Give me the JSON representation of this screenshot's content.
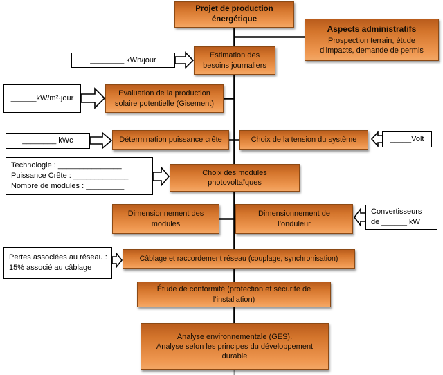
{
  "flow": {
    "projet": {
      "lines": [
        "Projet de production",
        "énergétique"
      ]
    },
    "aspects": {
      "title": "Aspects administratifs",
      "lines": [
        "Prospection terrain, étude",
        "d’impacts, demande de permis"
      ]
    },
    "estimation": {
      "lines": [
        "Estimation des",
        "besoins journaliers"
      ]
    },
    "evaluation": {
      "lines": [
        "Evaluation de la production",
        "solaire potentielle (Gisement)"
      ]
    },
    "determination": {
      "label": "Détermination puissance crête"
    },
    "tension": {
      "label": "Choix de la tension du système"
    },
    "choix_modules": {
      "lines": [
        "Choix des modules",
        "photovoltaïques"
      ]
    },
    "dim_modules": {
      "lines": [
        "Dimensionnement des",
        "modules"
      ]
    },
    "dim_onduleur": {
      "lines": [
        "Dimensionnement de",
        "l’onduleur"
      ]
    },
    "cablage": {
      "label": "Câblage et raccordement réseau (couplage, synchronisation)"
    },
    "etude": {
      "lines": [
        "Étude de conformité (protection et sécurité de",
        "l’installation)"
      ]
    },
    "analyse": {
      "lines": [
        "Analyse environnementale (GES).",
        "Analyse selon les principes du développement",
        "durable"
      ]
    }
  },
  "callouts": {
    "kwh_jour": {
      "label": "________ kWh/jour"
    },
    "kw_m2_jour": {
      "label": "______kW/m²·jour"
    },
    "kwc": {
      "label": "________ kWc"
    },
    "technologie": {
      "lines": [
        "Technologie :  _______________",
        "Puissance Crête :  _____________",
        "Nombre de modules :  _________"
      ]
    },
    "pertes": {
      "lines": [
        "Pertes associées au réseau :",
        "15% associé au câblage"
      ]
    },
    "volt": {
      "label": "_____Volt"
    },
    "convertisseurs": {
      "lines": [
        "Convertisseurs",
        "de ______ kW"
      ]
    }
  },
  "colors": {
    "box_orange_top": "#b95c1c",
    "box_orange_bottom": "#f3a765",
    "box_border": "#8c4a15",
    "connector": "#000000",
    "callout_bg": "#ffffff"
  }
}
